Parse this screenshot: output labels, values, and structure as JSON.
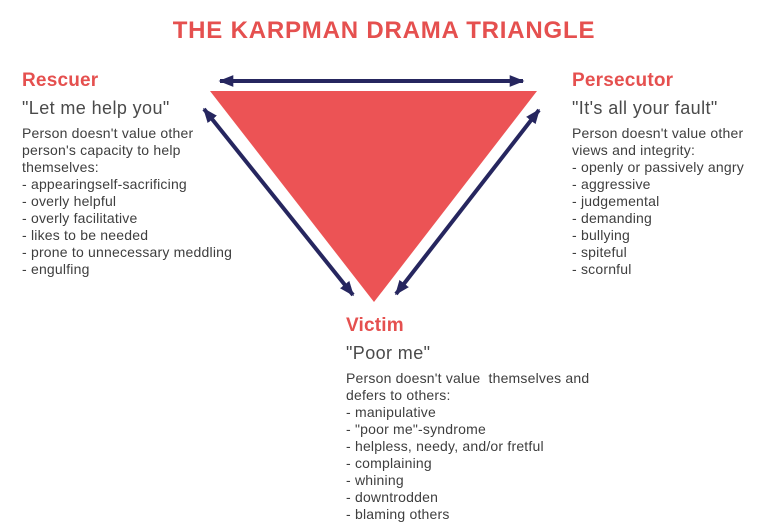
{
  "title": "THE KARPMAN DRAMA TRIANGLE",
  "colors": {
    "accent_red": "#E5504F",
    "triangle_red": "#EC5355",
    "arrow_navy": "#26265F",
    "body_text": "#3E3E3E",
    "quote_text": "#4A4A4A"
  },
  "diagram": {
    "shape": "inverted-triangle",
    "arrows": [
      "rescuer-persecutor double arrow (top edge)",
      "rescuer-victim double arrow (left edge)",
      "persecutor-victim double arrow (right edge)"
    ]
  },
  "sections": {
    "rescuer": {
      "title": "Rescuer",
      "quote": "\"Let me help you\"",
      "description": "Person doesn't value other\nperson's capacity to help\nthemselves:",
      "traits": [
        "- appearingself-sacrificing",
        "- overly helpful",
        "- overly facilitative",
        "- likes to be needed",
        "- prone to unnecessary meddling",
        "- engulfing"
      ]
    },
    "persecutor": {
      "title": "Persecutor",
      "quote": "\"It's all your fault\"",
      "description": "Person doesn't value other\nviews and integrity:",
      "traits": [
        "- openly or passively angry",
        "- aggressive",
        "- judgemental",
        "- demanding",
        "- bullying",
        "- spiteful",
        "- scornful"
      ]
    },
    "victim": {
      "title": "Victim",
      "quote": "\"Poor me\"",
      "description": "Person doesn't value  themselves and\ndefers to others:",
      "traits": [
        "- manipulative",
        "- \"poor me\"-syndrome",
        "- helpless, needy, and/or fretful",
        "- complaining",
        "- whining",
        "- downtrodden",
        "- blaming others"
      ]
    }
  }
}
